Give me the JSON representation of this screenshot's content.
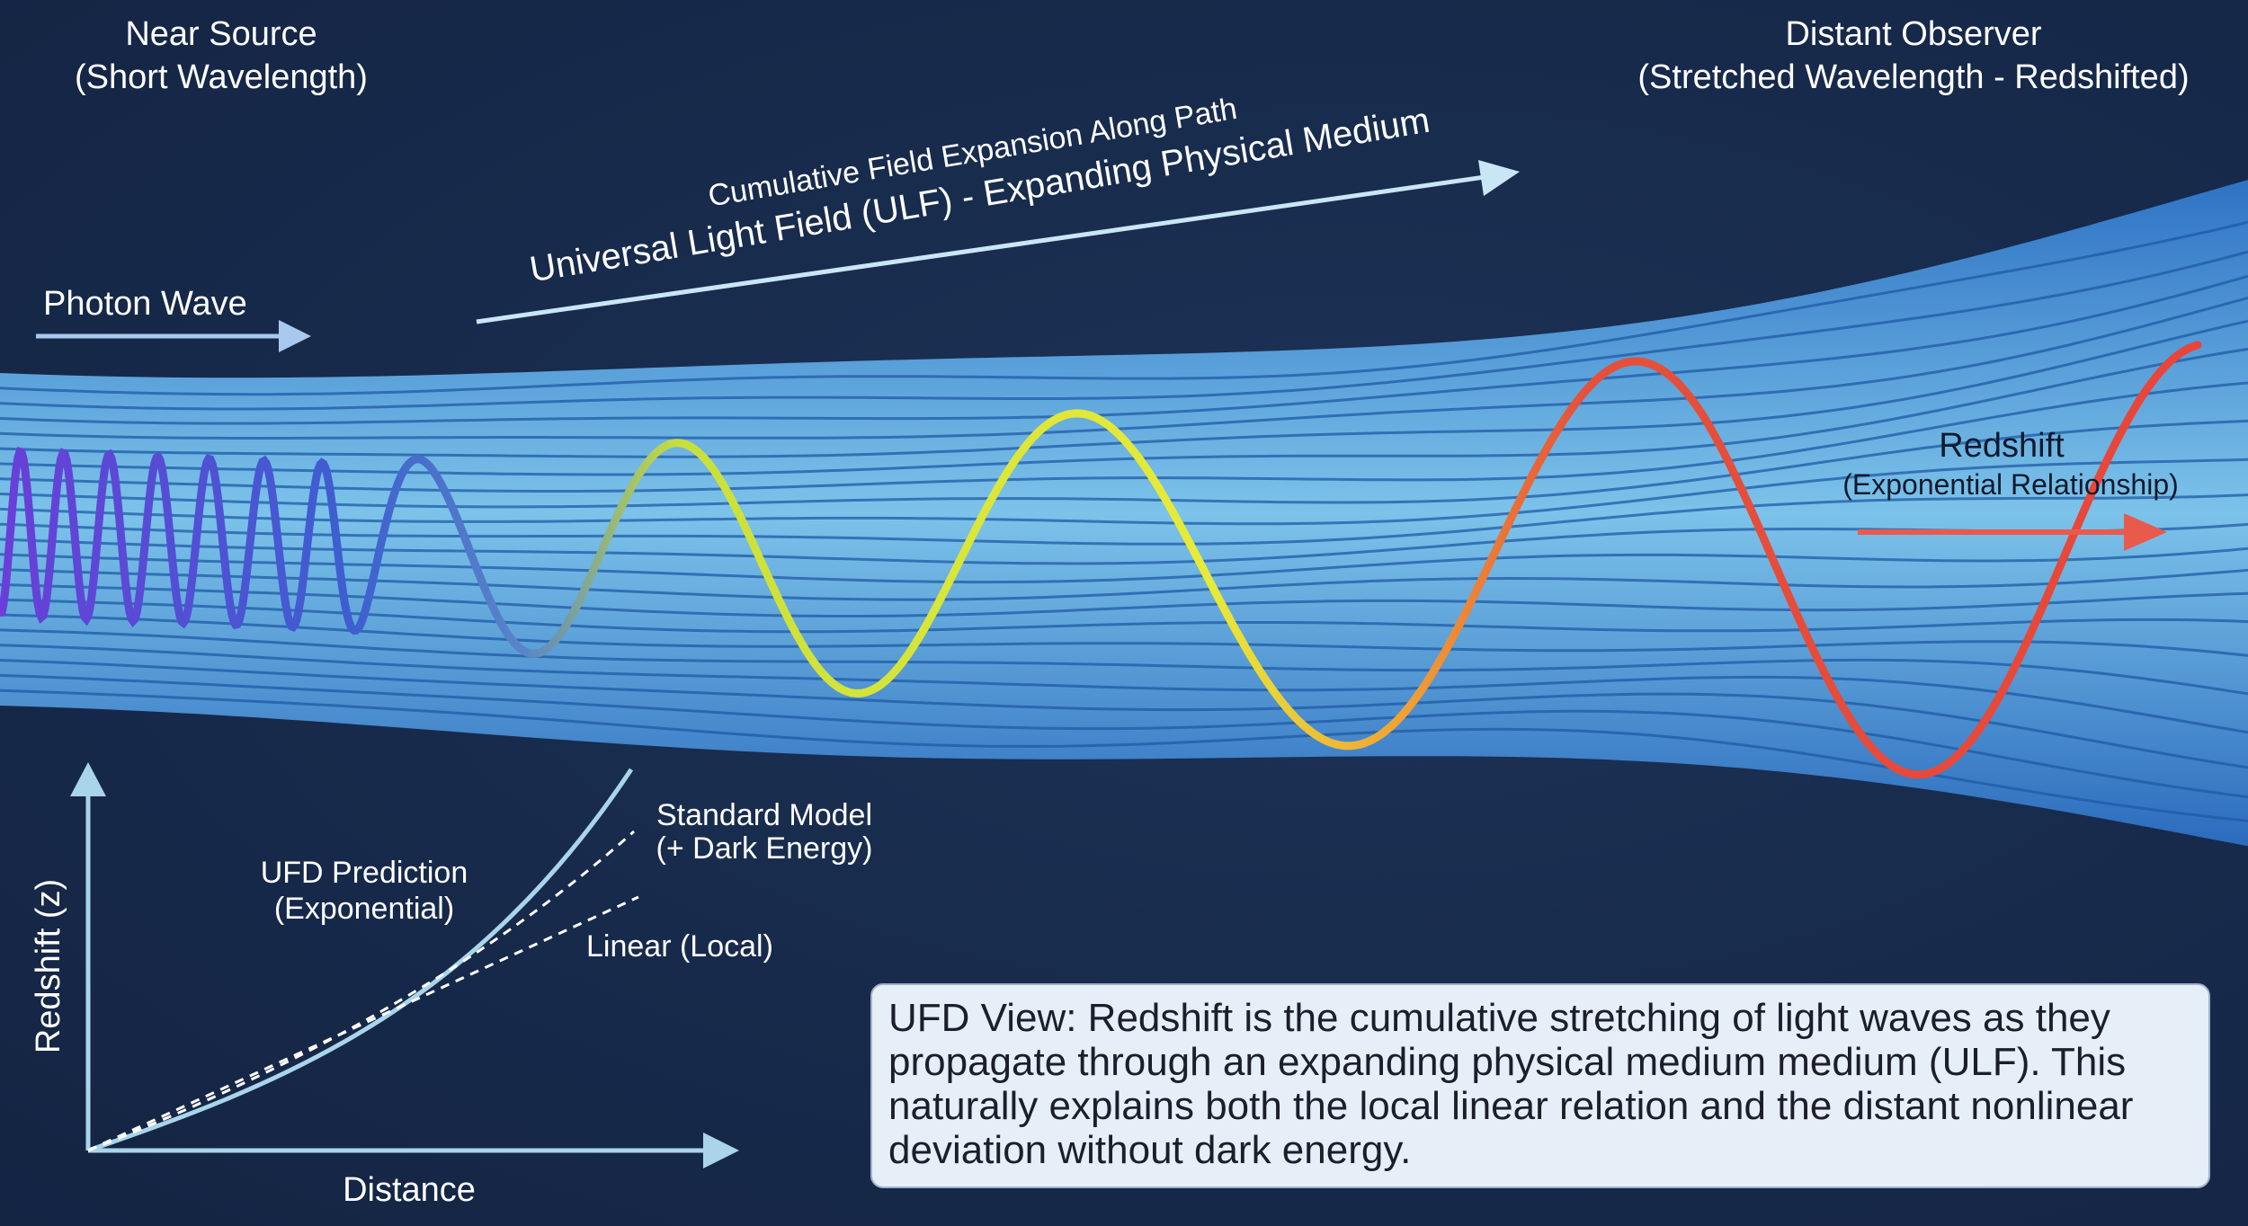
{
  "labels": {
    "near_source": "Near Source",
    "near_source_sub": "(Short Wavelength)",
    "distant_observer": "Distant Observer",
    "distant_observer_sub": "(Stretched Wavelength - Redshifted)",
    "photon_wave": "Photon Wave",
    "expansion_top": "Cumulative Field Expansion Along Path",
    "expansion_bottom": "Universal Light Field (ULF) - Expanding Physical Medium",
    "redshift": "Redshift",
    "redshift_sub": "(Exponential Relationship)"
  },
  "graph": {
    "y_axis": "Redshift (z)",
    "x_axis": "Distance",
    "ufd_line1": "UFD Prediction",
    "ufd_line2": "(Exponential)",
    "standard_line1": "Standard Model",
    "standard_line2": "(+ Dark Energy)",
    "linear": "Linear (Local)"
  },
  "note": "UFD View: Redshift is the cumulative stretching of light waves as they propagate through an expanding physical medium medium (ULF). This naturally explains both the local linear relation and the distant nonlinear deviation without dark energy.",
  "colors": {
    "background": "#17284a",
    "band_light": "#7fc6ec",
    "band_dark": "#2a6fbf",
    "wave_violet": "#6a40d8",
    "wave_blue": "#4a7fd8",
    "wave_yellow": "#e6ea35",
    "wave_red": "#e84a3a",
    "axis": "#a9d4ea"
  }
}
